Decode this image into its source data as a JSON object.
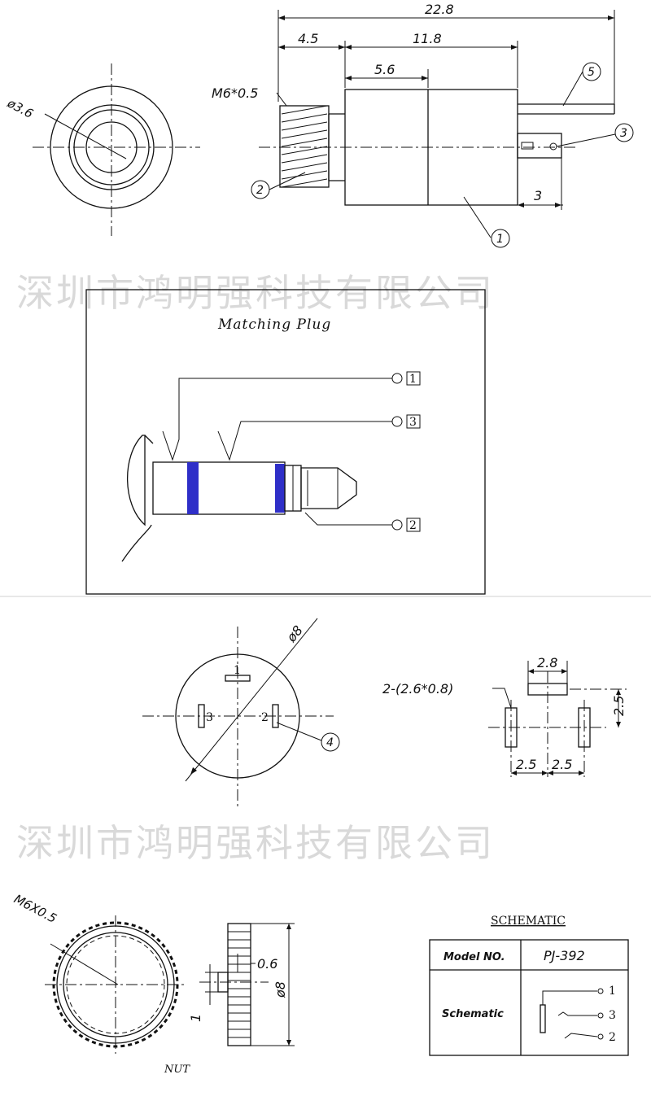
{
  "watermark": "深圳市鸿明强科技有限公司",
  "side_view": {
    "dims": {
      "overall": "22.8",
      "thread_len": "4.5",
      "body_len": "11.8",
      "half_len": "5.6",
      "tab_len": "3",
      "thread_spec": "M6*0.5",
      "hole_dia": "ø3.6"
    },
    "callouts": [
      "1",
      "2",
      "3",
      "5"
    ]
  },
  "matching_plug": {
    "title": "Matching Plug",
    "pins": [
      "1",
      "3",
      "2"
    ]
  },
  "bottom_view": {
    "dia": "ø8",
    "pin_labels": [
      "1",
      "3",
      "2"
    ],
    "callout": "4"
  },
  "footprint": {
    "slot_spec": "2-(2.6*0.8)",
    "dims": {
      "top": "2.8",
      "right": "2.5",
      "bottom_left": "2.5",
      "bottom_right": "2.5"
    }
  },
  "nut": {
    "thread": "M6X0.5",
    "thickness": "0.6",
    "dia": "ø8",
    "height": "1",
    "label": "NUT"
  },
  "schematic": {
    "title": "SCHEMATIC",
    "model_label": "Model NO.",
    "model_value": "PJ-392",
    "schematic_label": "Schematic",
    "pins": [
      "1",
      "3",
      "2"
    ]
  }
}
